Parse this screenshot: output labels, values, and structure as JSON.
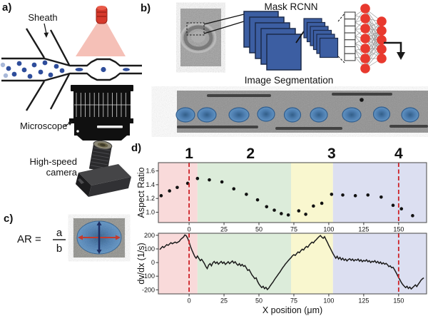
{
  "panel_a": {
    "label": "a)",
    "sheath_label": "Sheath",
    "microscope_label": "Microscope",
    "camera_label_line1": "High-speed",
    "camera_label_line2": "camera"
  },
  "panel_b": {
    "label": "b)",
    "title": "Mask RCNN",
    "subtitle": "Image Segmentation",
    "nn": {
      "flatten_boxes": 7,
      "layer1_nodes": 7,
      "layer2_nodes": 5,
      "node_color": "#e8392e"
    },
    "segmented_cell_count": 9
  },
  "panel_c": {
    "label": "c)",
    "formula_lhs": "AR =",
    "numerator": "a",
    "denominator": "b",
    "numerator_color": "#c13428",
    "denominator_color": "#233069"
  },
  "panel_d": {
    "label": "d)",
    "region_labels": [
      {
        "text": "1",
        "color": "#9d1b20",
        "x_um": 0
      },
      {
        "text": "2",
        "color": "#45872f",
        "x_um": 44
      },
      {
        "text": "3",
        "color": "#c9c92e",
        "x_um": 102
      },
      {
        "text": "4",
        "color": "#2c3b77",
        "x_um": 150
      }
    ]
  },
  "colors": {
    "dashed_line_red": "#cd2127",
    "cnn_blue": "#3c5ea2",
    "cell_blue": "#4a7db2",
    "schematic_dot_blue": "#2e4d9b",
    "region_pink": "#f9dada",
    "region_green": "#dcecda",
    "region_yellow": "#f9f7cf",
    "region_lavender": "#dcdff1"
  },
  "chart_data": [
    {
      "type": "scatter",
      "ylabel": "Aspect Ratio",
      "xlim": [
        -22,
        170
      ],
      "ylim": [
        0.85,
        1.72
      ],
      "xticks": [
        0,
        25,
        50,
        75,
        100,
        125,
        150
      ],
      "yticks": [
        1.0,
        1.2,
        1.4,
        1.6
      ],
      "regions": [
        {
          "from": -22,
          "to": 6,
          "color": "#f9dada"
        },
        {
          "from": 6,
          "to": 73,
          "color": "#dcecda"
        },
        {
          "from": 73,
          "to": 103,
          "color": "#f9f7cf"
        },
        {
          "from": 103,
          "to": 170,
          "color": "#dcdff1"
        }
      ],
      "vlines": [
        {
          "x": 0,
          "color": "#cd2127"
        },
        {
          "x": 150,
          "color": "#cd2127"
        }
      ],
      "points": [
        [
          -20,
          1.24
        ],
        [
          -14,
          1.31
        ],
        [
          -8.5,
          1.36
        ],
        [
          -1,
          1.42
        ],
        [
          6,
          1.49
        ],
        [
          14.5,
          1.47
        ],
        [
          23.5,
          1.44
        ],
        [
          32,
          1.34
        ],
        [
          41,
          1.26
        ],
        [
          49,
          1.18
        ],
        [
          55.5,
          1.08
        ],
        [
          61,
          1.03
        ],
        [
          66,
          0.98
        ],
        [
          71,
          0.96
        ],
        [
          78.5,
          1.02
        ],
        [
          83.5,
          0.97
        ],
        [
          89,
          1.09
        ],
        [
          95,
          1.13
        ],
        [
          102,
          1.26
        ],
        [
          110,
          1.25
        ],
        [
          119,
          1.24
        ],
        [
          128,
          1.25
        ],
        [
          137.5,
          1.22
        ],
        [
          146,
          1.1
        ],
        [
          152,
          1.05
        ],
        [
          160,
          0.95
        ]
      ]
    },
    {
      "type": "line",
      "ylabel": "dv/dx (1/s)",
      "xlabel": "X position (μm)",
      "xlim": [
        -22,
        170
      ],
      "ylim": [
        -230,
        215
      ],
      "xticks": [
        0,
        25,
        50,
        75,
        100,
        125,
        150
      ],
      "yticks": [
        -200,
        -100,
        0,
        100,
        200
      ],
      "regions": [
        {
          "from": -22,
          "to": 6,
          "color": "#f9dada"
        },
        {
          "from": 6,
          "to": 73,
          "color": "#dcecda"
        },
        {
          "from": 73,
          "to": 103,
          "color": "#f9f7cf"
        },
        {
          "from": 103,
          "to": 170,
          "color": "#dcdff1"
        }
      ],
      "vlines": [
        {
          "x": 0,
          "color": "#cd2127"
        },
        {
          "x": 150,
          "color": "#cd2127"
        }
      ],
      "points": [
        [
          -21,
          95
        ],
        [
          -19,
          118
        ],
        [
          -18,
          110
        ],
        [
          -16,
          132
        ],
        [
          -15,
          126
        ],
        [
          -13,
          146
        ],
        [
          -12,
          138
        ],
        [
          -10,
          150
        ],
        [
          -9,
          144
        ],
        [
          -7,
          156
        ],
        [
          -6,
          170
        ],
        [
          -4,
          188
        ],
        [
          -3,
          203
        ],
        [
          -2,
          196
        ],
        [
          -1,
          178
        ],
        [
          0,
          150
        ],
        [
          1,
          118
        ],
        [
          2,
          92
        ],
        [
          3,
          68
        ],
        [
          4,
          46
        ],
        [
          5,
          32
        ],
        [
          6,
          48
        ],
        [
          7,
          30
        ],
        [
          8,
          14
        ],
        [
          9,
          24
        ],
        [
          10,
          8
        ],
        [
          11,
          -8
        ],
        [
          12,
          -30
        ],
        [
          13,
          -44
        ],
        [
          14,
          -18
        ],
        [
          15,
          -8
        ],
        [
          16,
          -24
        ],
        [
          17,
          -2
        ],
        [
          18,
          8
        ],
        [
          19,
          -6
        ],
        [
          20,
          4
        ],
        [
          21,
          -12
        ],
        [
          22,
          -2
        ],
        [
          23,
          8
        ],
        [
          24,
          -6
        ],
        [
          25,
          4
        ],
        [
          26,
          -14
        ],
        [
          27,
          -4
        ],
        [
          28,
          6
        ],
        [
          29,
          -8
        ],
        [
          30,
          2
        ],
        [
          31,
          12
        ],
        [
          32,
          -4
        ],
        [
          33,
          6
        ],
        [
          34,
          -10
        ],
        [
          35,
          -20
        ],
        [
          36,
          -8
        ],
        [
          37,
          -24
        ],
        [
          38,
          -14
        ],
        [
          39,
          -28
        ],
        [
          40,
          -22
        ],
        [
          41,
          -40
        ],
        [
          42,
          -58
        ],
        [
          43,
          -52
        ],
        [
          44,
          -72
        ],
        [
          45,
          -90
        ],
        [
          46,
          -104
        ],
        [
          47,
          -118
        ],
        [
          48,
          -112
        ],
        [
          49,
          -138
        ],
        [
          50,
          -158
        ],
        [
          51,
          -172
        ],
        [
          52,
          -184
        ],
        [
          53,
          -174
        ],
        [
          54,
          -192
        ],
        [
          55,
          -182
        ],
        [
          56,
          -198
        ],
        [
          57,
          -188
        ],
        [
          58,
          -172
        ],
        [
          59,
          -158
        ],
        [
          60,
          -144
        ],
        [
          61,
          -128
        ],
        [
          62,
          -112
        ],
        [
          63,
          -98
        ],
        [
          64,
          -84
        ],
        [
          65,
          -70
        ],
        [
          66,
          -54
        ],
        [
          67,
          -38
        ],
        [
          68,
          -24
        ],
        [
          69,
          -10
        ],
        [
          70,
          2
        ],
        [
          71,
          14
        ],
        [
          72,
          26
        ],
        [
          73,
          36
        ],
        [
          74,
          50
        ],
        [
          75,
          58
        ],
        [
          76,
          52
        ],
        [
          77,
          66
        ],
        [
          78,
          78
        ],
        [
          79,
          72
        ],
        [
          80,
          88
        ],
        [
          81,
          98
        ],
        [
          82,
          92
        ],
        [
          83,
          108
        ],
        [
          84,
          118
        ],
        [
          85,
          112
        ],
        [
          86,
          128
        ],
        [
          87,
          140
        ],
        [
          88,
          150
        ],
        [
          89,
          144
        ],
        [
          90,
          158
        ],
        [
          91,
          168
        ],
        [
          92,
          180
        ],
        [
          93,
          190
        ],
        [
          94,
          198
        ],
        [
          95,
          186
        ],
        [
          96,
          178
        ],
        [
          97,
          190
        ],
        [
          98,
          168
        ],
        [
          99,
          148
        ],
        [
          100,
          126
        ],
        [
          101,
          106
        ],
        [
          102,
          86
        ],
        [
          103,
          66
        ],
        [
          104,
          48
        ],
        [
          105,
          32
        ],
        [
          106,
          46
        ],
        [
          107,
          26
        ],
        [
          108,
          38
        ],
        [
          109,
          20
        ],
        [
          110,
          32
        ],
        [
          111,
          16
        ],
        [
          112,
          26
        ],
        [
          113,
          12
        ],
        [
          114,
          22
        ],
        [
          115,
          28
        ],
        [
          116,
          16
        ],
        [
          117,
          26
        ],
        [
          118,
          12
        ],
        [
          119,
          22
        ],
        [
          120,
          16
        ],
        [
          121,
          26
        ],
        [
          122,
          10
        ],
        [
          123,
          20
        ],
        [
          124,
          6
        ],
        [
          125,
          16
        ],
        [
          126,
          10
        ],
        [
          127,
          20
        ],
        [
          128,
          6
        ],
        [
          129,
          14
        ],
        [
          130,
          0
        ],
        [
          131,
          10
        ],
        [
          132,
          4
        ],
        [
          133,
          14
        ],
        [
          134,
          -2
        ],
        [
          135,
          8
        ],
        [
          136,
          -6
        ],
        [
          137,
          4
        ],
        [
          138,
          -10
        ],
        [
          139,
          -2
        ],
        [
          140,
          -12
        ],
        [
          141,
          -6
        ],
        [
          142,
          -16
        ],
        [
          143,
          -30
        ],
        [
          144,
          -24
        ],
        [
          145,
          -38
        ],
        [
          146,
          -34
        ],
        [
          147,
          -52
        ],
        [
          148,
          -70
        ],
        [
          149,
          -90
        ],
        [
          150,
          -110
        ],
        [
          151,
          -128
        ],
        [
          152,
          -148
        ],
        [
          153,
          -162
        ],
        [
          154,
          -174
        ],
        [
          155,
          -184
        ],
        [
          156,
          -174
        ],
        [
          157,
          -190
        ],
        [
          158,
          -180
        ],
        [
          159,
          -194
        ],
        [
          160,
          -184
        ],
        [
          161,
          -174
        ],
        [
          162,
          -164
        ],
        [
          163,
          -176
        ],
        [
          164,
          -160
        ],
        [
          165,
          -146
        ],
        [
          166,
          -130
        ],
        [
          167,
          -120
        ],
        [
          168,
          -112
        ]
      ]
    }
  ]
}
